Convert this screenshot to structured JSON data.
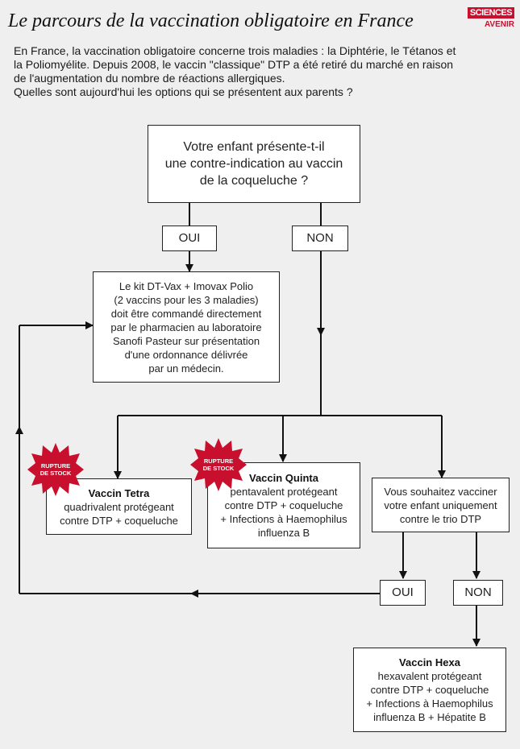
{
  "header": {
    "title": "Le parcours de la vaccination obligatoire en France",
    "logo_top": "SCIENCES",
    "logo_bottom": "AVENIR"
  },
  "intro": {
    "line1": "En France, la vaccination obligatoire concerne trois maladies : la Diphtérie, le Tétanos et",
    "line2": "la Poliomyélite. Depuis 2008, le vaccin \"classique\" DTP a été retiré du marché en raison",
    "line3": "de l'augmentation du nombre de réactions allergiques.",
    "line4": "Quelles sont aujourd'hui les options qui se présentent aux parents ?"
  },
  "question1": {
    "line1": "Votre enfant présente-t-il",
    "line2": "une contre-indication au vaccin",
    "line3": "de la coqueluche ?"
  },
  "labels": {
    "oui": "OUI",
    "non": "NON"
  },
  "dtvax": {
    "line1": "Le kit DT-Vax + Imovax Polio",
    "line2": "(2 vaccins pour les 3 maladies)",
    "line3": "doit être commandé directement",
    "line4": "par le pharmacien au laboratoire",
    "line5": "Sanofi Pasteur sur présentation",
    "line6": "d'une ordonnance délivrée",
    "line7": "par un médecin."
  },
  "tetra": {
    "title": "Vaccin Tetra",
    "line1": "quadrivalent protégeant",
    "line2": "contre DTP + coqueluche"
  },
  "quinta": {
    "title": "Vaccin Quinta",
    "line1": "pentavalent protégeant",
    "line2": "contre DTP + coqueluche",
    "line3": "+ Infections à Haemophilus",
    "line4": "influenza B"
  },
  "question2": {
    "line1": "Vous souhaitez vacciner",
    "line2": "votre enfant uniquement",
    "line3": "contre le trio DTP"
  },
  "hexa": {
    "title": "Vaccin Hexa",
    "line1": "hexavalent protégeant",
    "line2": "contre DTP + coqueluche",
    "line3": "+ Infections à Haemophilus",
    "line4": "influenza B + Hépatite B"
  },
  "badge": {
    "line1": "RUPTURE",
    "line2": "DE STOCK"
  },
  "colors": {
    "badge": "#c8102e",
    "background": "#efefef",
    "logo": "#c8102e"
  }
}
